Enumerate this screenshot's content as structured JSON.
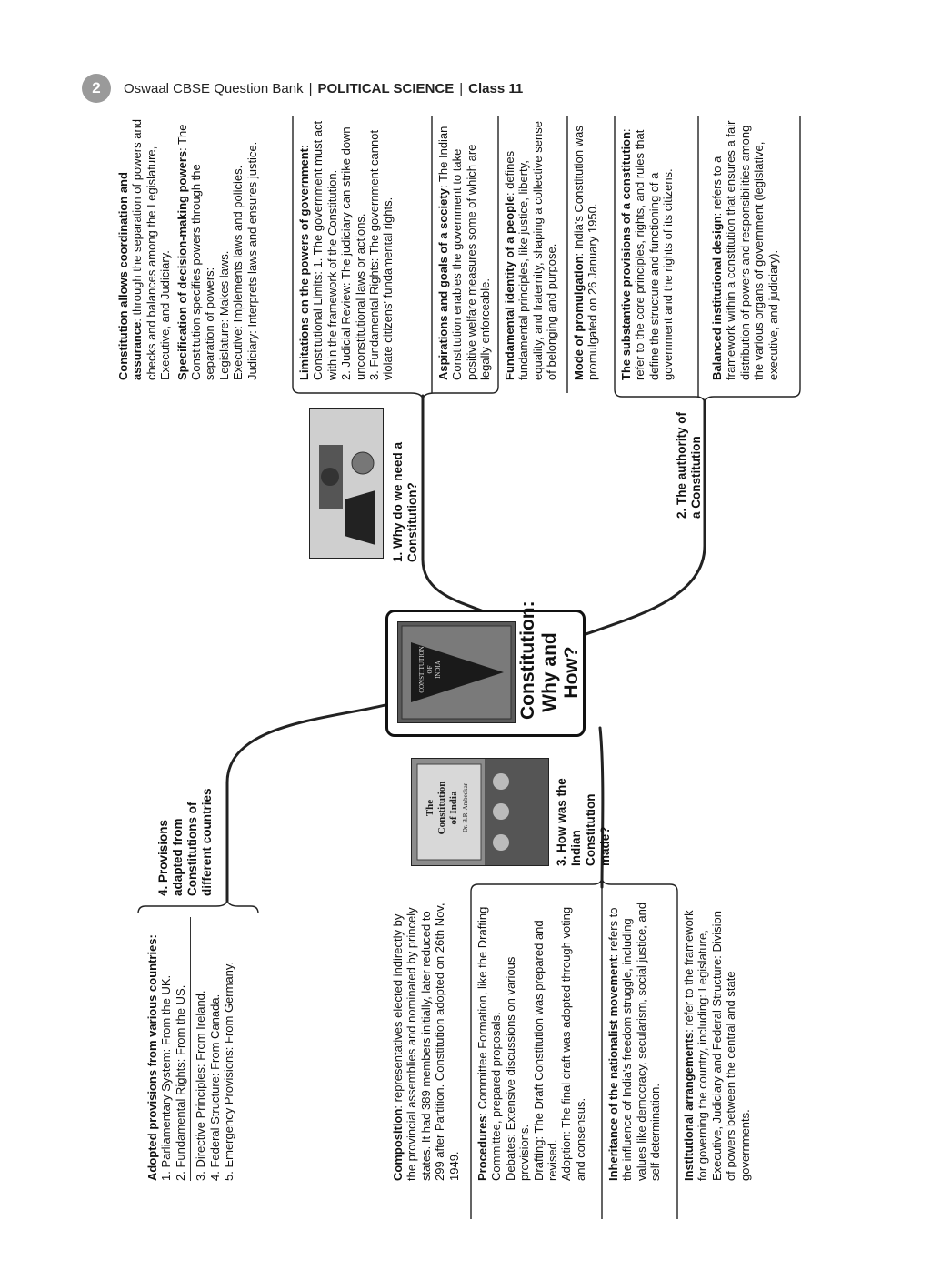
{
  "header": {
    "page_number": "2",
    "series": "Oswaal CBSE Question Bank",
    "subject": "POLITICAL SCIENCE",
    "class": "Class 11"
  },
  "central_topic": "Constitution: Why and How?",
  "book_cover": {
    "line1": "CONSTITUTION",
    "line2": "OF",
    "line3": "INDIA"
  },
  "book_cover_2": {
    "title1": "The",
    "title2": "Constitution",
    "title3": "of India",
    "author": "Dr. B.R. Ambedkar"
  },
  "branches": {
    "why": {
      "label": "1. Why do we need a Constitution?",
      "notes": {
        "coordination": {
          "title": "Constitution allows coordination and assurance",
          "body": ": through the separation of powers and checks and balances among the Legislature, Executive, and Judiciary."
        },
        "decision": {
          "title": "Specification of decision-making powers",
          "body": ": The Constitution specifies powers through the separation of powers:",
          "items": [
            "Legislature: Makes laws.",
            "Executive: Implements laws and policies.",
            "Judiciary: Interprets laws and ensures justice."
          ]
        },
        "limitations": {
          "title": "Limitations on the powers of government",
          "items": [
            "Constitutional Limits: 1. The government must act within the framework of the Constitution.",
            "2. Judicial Review: The judiciary can strike down unconstitutional laws or actions.",
            "3. Fundamental Rights: The government cannot violate citizens' fundamental rights."
          ]
        },
        "aspirations": {
          "title": "Aspirations and goals of a society",
          "body": ": The Indian Constitution enables the government to take positive welfare measures some of which are legally enforceable."
        },
        "identity": {
          "title": "Fundamental identity of a people",
          "body": ": defines fundamental principles, like justice, liberty, equality, and fraternity, shaping a collective sense of belonging and purpose."
        }
      }
    },
    "authority": {
      "label": "2. The authority of a Constitution",
      "notes": {
        "promulgation": {
          "title": "Mode of promulgation",
          "body": ": India's Constitution was promulgated on 26 January 1950."
        },
        "substantive": {
          "title": "The substantive provisions of a constitution",
          "body": ": refer to the core principles, rights, and rules that define the structure and functioning of a government and the rights of its citizens."
        },
        "balanced": {
          "title": "Balanced institutional design",
          "body": ": refers to a framework within a constitution that ensures a fair distribution of powers and responsibilities among the various organs of government (legislative, executive, and judiciary)."
        }
      }
    },
    "how": {
      "label": "3. How was the Indian Constitution made?",
      "notes": {
        "composition": {
          "title": "Composition",
          "body": ": representatives elected indirectly by the provincial assemblies and nominated by princely states. It had 389 members initially, later reduced to 299 after Partition. Constitution adopted on 26th Nov, 1949."
        },
        "procedures": {
          "title": "Procedures",
          "body": ": Committee Formation, like the Drafting Committee, prepared proposals.",
          "items": [
            "Debates: Extensive discussions on various provisions.",
            "Drafting: The Draft Constitution was prepared and revised.",
            "Adoption: The final draft was adopted through voting and consensus."
          ]
        },
        "inheritance": {
          "title": "Inheritance of the nationalist movement",
          "body": ": refers to the influence of India's freedom struggle, including values like democracy, secularism, social justice, and self-determination."
        },
        "institutional": {
          "title": "Institutional arrangements",
          "body": ": refer to the framework for governing the country, including: Legislature, Executive, Judiciary and Federal Structure: Division of powers between the central and state governments."
        }
      }
    },
    "provisions": {
      "label": "4. Provisions adapted from Constitutions of different countries",
      "notes": {
        "title": "Adopted provisions from various countries:",
        "group1": [
          "1. Parliamentary System: From the UK.",
          "2. Fundamental Rights: From the US."
        ],
        "group2": [
          "3. Directive Principles: From Ireland.",
          "4. Federal Structure: From Canada.",
          "5. Emergency Provisions: From Germany."
        ]
      }
    }
  }
}
